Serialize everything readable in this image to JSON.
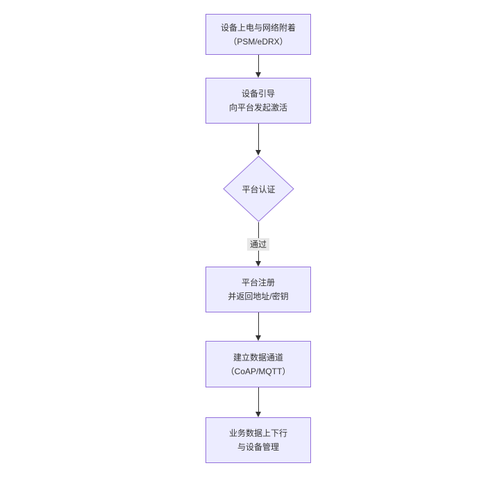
{
  "diagram": {
    "type": "flowchart-top-down",
    "colors": {
      "node_fill": "#ECECFF",
      "node_border": "#9370DB",
      "edge_line": "#333333",
      "edge_label_bg": "#e8e8e8",
      "text": "#333333",
      "background": "#ffffff"
    },
    "nodes": [
      {
        "id": "power",
        "shape": "rect",
        "lines": [
          "设备上电与网络附着",
          "（PSM/eDRX）"
        ]
      },
      {
        "id": "boot",
        "shape": "rect",
        "lines": [
          "设备引导",
          "向平台发起激活"
        ]
      },
      {
        "id": "auth",
        "shape": "diamond",
        "lines": [
          "平台认证"
        ]
      },
      {
        "id": "register",
        "shape": "rect",
        "lines": [
          "平台注册",
          "并返回地址/密钥"
        ]
      },
      {
        "id": "channel",
        "shape": "rect",
        "lines": [
          "建立数据通道",
          "（CoAP/MQTT）"
        ]
      },
      {
        "id": "business",
        "shape": "rect",
        "lines": [
          "业务数据上下行",
          "与设备管理"
        ]
      }
    ],
    "edges": [
      {
        "from": "power",
        "to": "boot",
        "label": ""
      },
      {
        "from": "boot",
        "to": "auth",
        "label": ""
      },
      {
        "from": "auth",
        "to": "register",
        "label": "通过"
      },
      {
        "from": "register",
        "to": "channel",
        "label": ""
      },
      {
        "from": "channel",
        "to": "business",
        "label": ""
      }
    ]
  }
}
